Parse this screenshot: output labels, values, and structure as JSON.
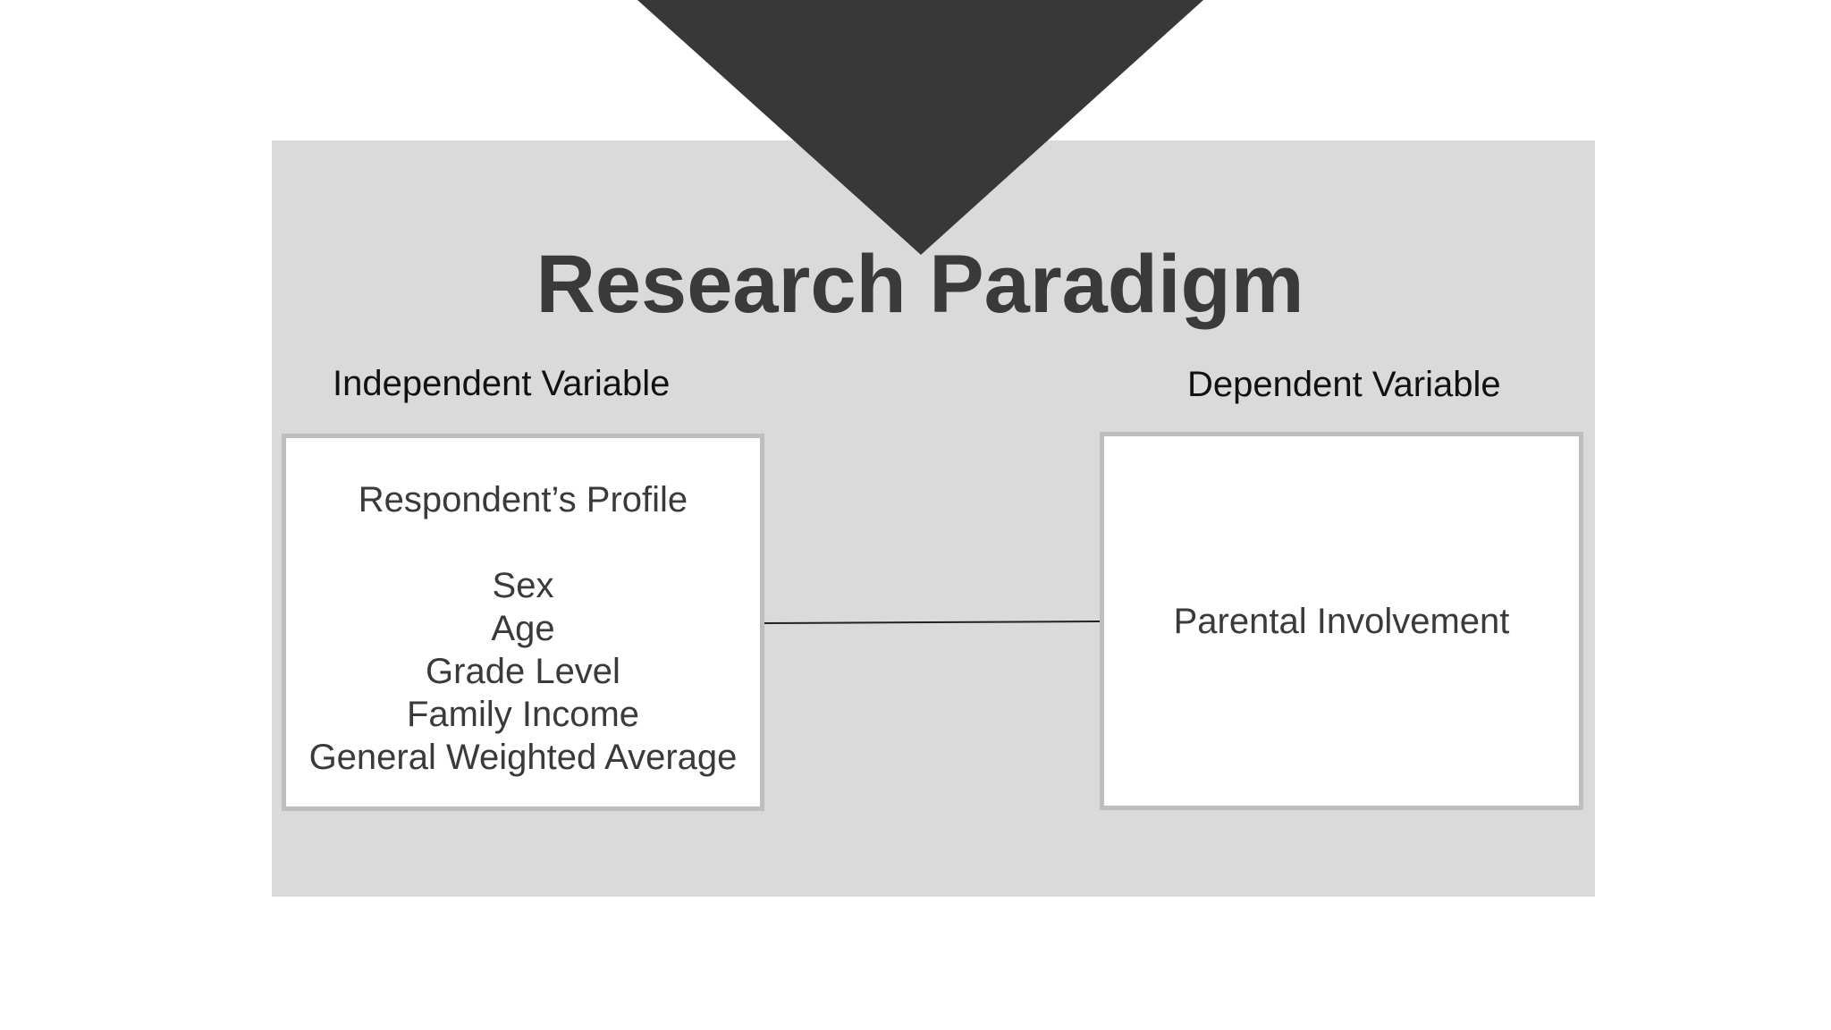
{
  "slide": {
    "title": "Research Paradigm",
    "colors": {
      "panel": "#dadada",
      "triangle": "#383838",
      "title": "#3a3a3a",
      "box_border": "#bebebe",
      "box_fill": "#ffffff"
    }
  },
  "diagram": {
    "independent": {
      "heading": "Independent Variable",
      "box_title": "Respondent’s Profile",
      "items": [
        "Sex",
        "Age",
        "Grade Level",
        "Family Income",
        "General Weighted Average"
      ]
    },
    "dependent": {
      "heading": "Dependent Variable",
      "box_label": "Parental Involvement"
    },
    "connector": "line"
  }
}
